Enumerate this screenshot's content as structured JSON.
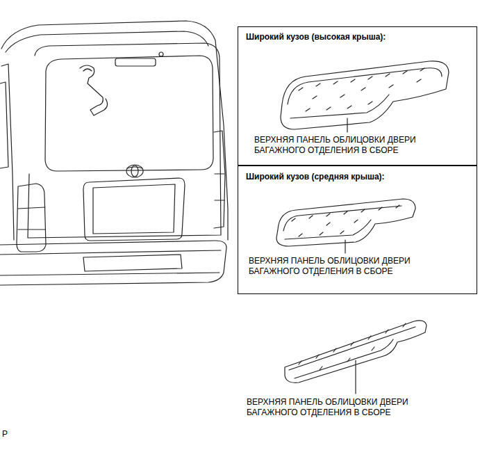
{
  "diagram": {
    "nodes": [
      {
        "text": [
          "Широкий кузов (высокая крыша):",
          "ВЕРХНЯЯ ПАНЕЛЬ ОБЛИЦОВКИ ДВЕРИ БАГАЖНОГО ОТДЕЛЕНИЯ В СБОРЕ"
        ]
      },
      {
        "text": [
          "Широкий кузов (средняя крыша):",
          "ВЕРХНЯЯ ПАНЕЛЬ ОБЛИЦОВКИ ДВЕРИ БАГАЖНОГО ОТДЕЛЕНИЯ В СБОРЕ"
        ]
      }
    ],
    "labels": [
      "ВЕРХНЯЯ ПАНЕЛЬ ОБЛИЦОВКИ ДВЕРИ БАГАЖНОГО ОТДЕЛЕНИЯ В СБОРЕ",
      "P"
    ]
  }
}
